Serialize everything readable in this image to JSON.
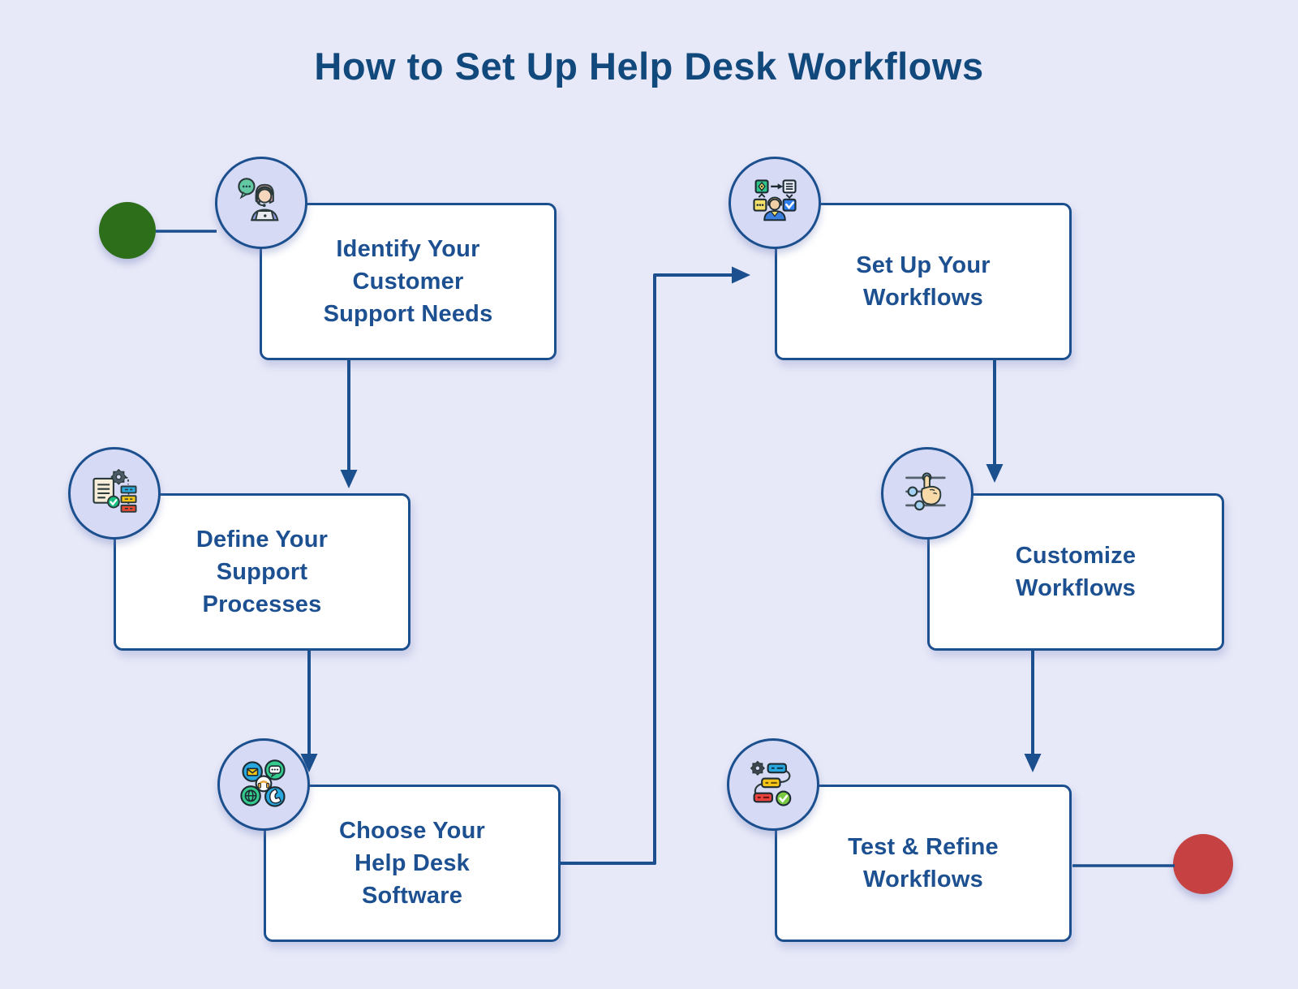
{
  "title": "How to Set Up Help Desk Workflows",
  "nodes": [
    {
      "id": "identify-needs",
      "label": "Identify Your\nCustomer\nSupport Needs",
      "icon": "support-agent-icon"
    },
    {
      "id": "define-processes",
      "label": "Define Your\nSupport\nProcesses",
      "icon": "process-document-icon"
    },
    {
      "id": "choose-software",
      "label": "Choose Your\nHelp Desk\nSoftware",
      "icon": "support-channels-icon"
    },
    {
      "id": "set-up-workflows",
      "label": "Set Up Your\nWorkflows",
      "icon": "user-workflow-icon"
    },
    {
      "id": "customize-workflows",
      "label": "Customize\nWorkflows",
      "icon": "sliders-hand-icon"
    },
    {
      "id": "test-refine",
      "label": "Test & Refine\nWorkflows",
      "icon": "workflow-check-icon"
    }
  ],
  "terminals": {
    "start_node": "flow-start",
    "end_node": "flow-end"
  },
  "colors": {
    "background": "#e7e9f8",
    "box_border": "#1b4f8e",
    "box_fill": "#ffffff",
    "label_text": "#1d5091",
    "title_text": "#12497d",
    "icon_circle_fill": "#d6daf5",
    "connector": "#1b4f8e",
    "start_node": "#2d6e1b",
    "end_node": "#c64141"
  }
}
